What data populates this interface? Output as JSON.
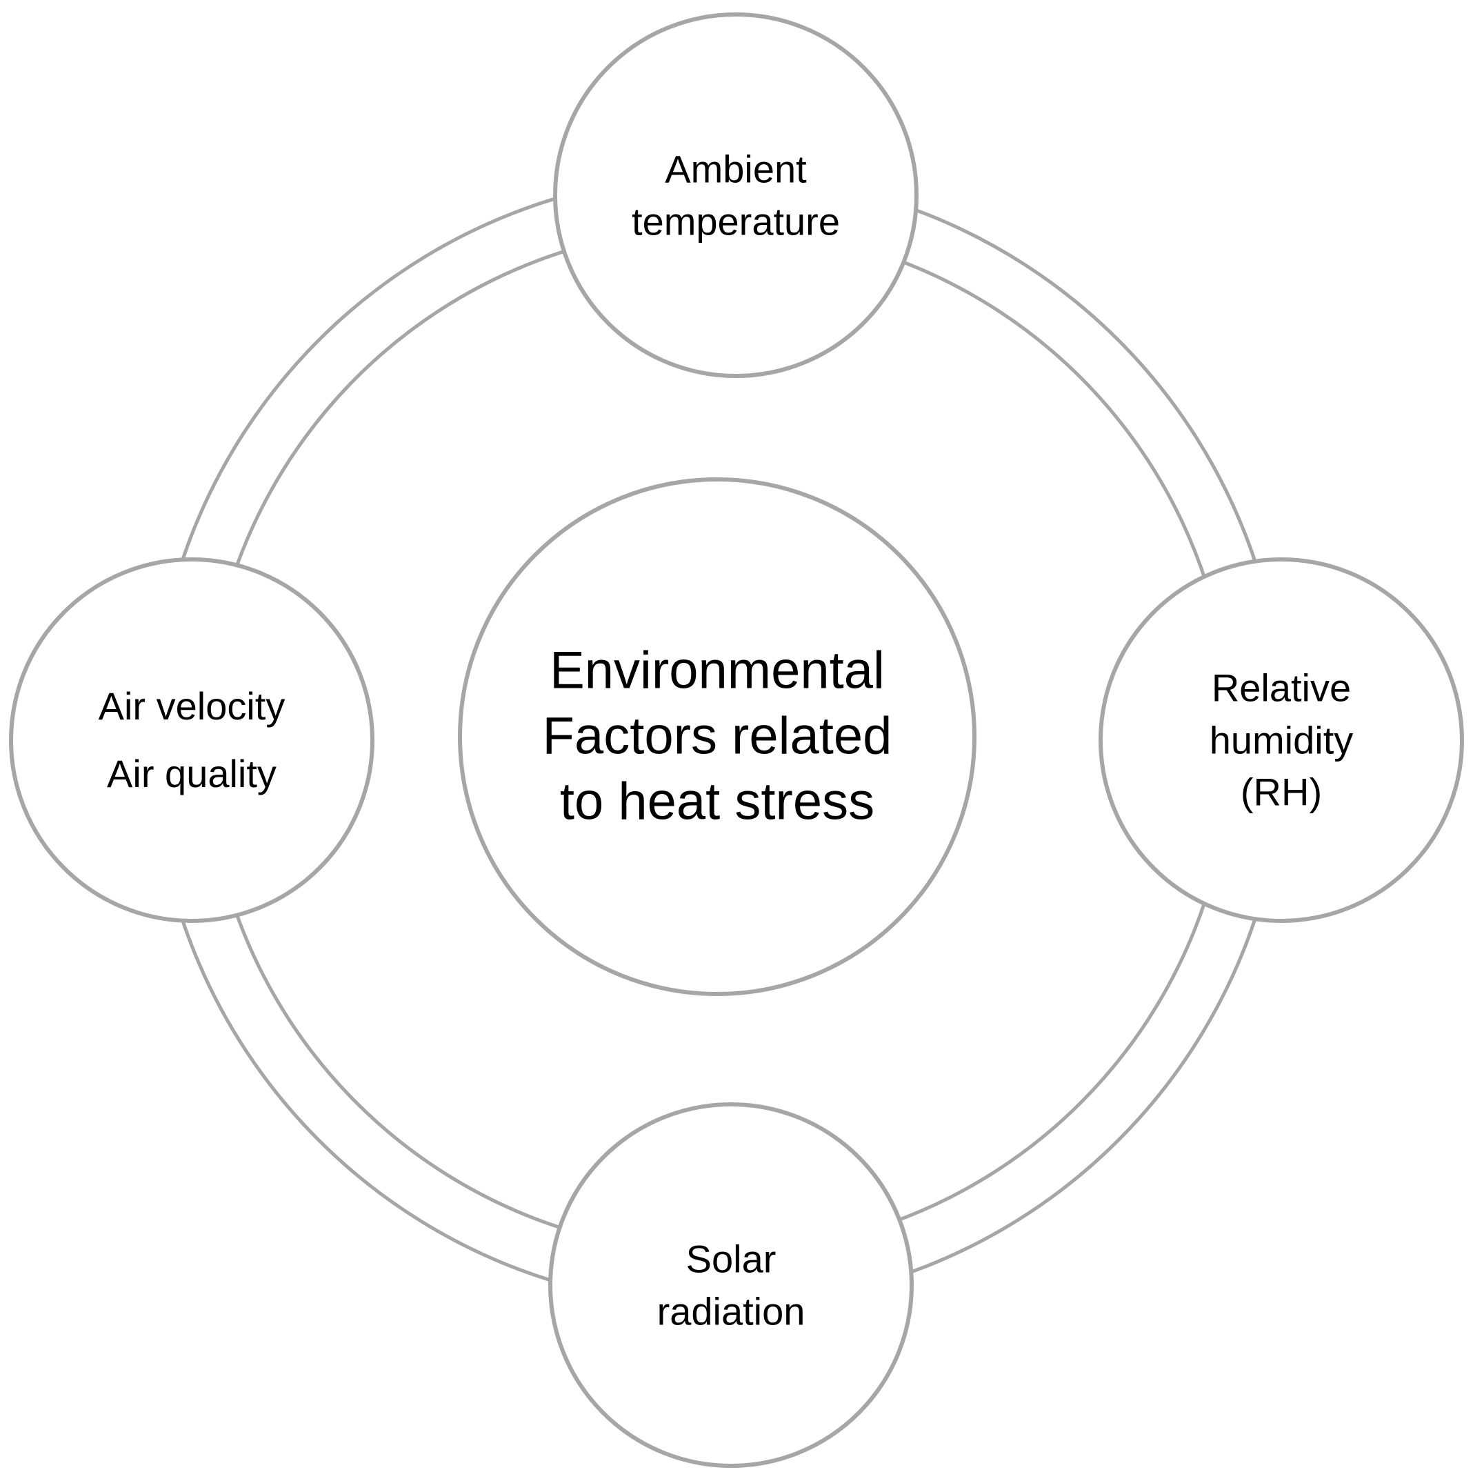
{
  "colors": {
    "stroke": "#a7a5a6",
    "background": "#ffffff",
    "text": "#000000"
  },
  "center": {
    "lines": [
      "Environmental",
      "Factors related",
      "to heat stress"
    ]
  },
  "nodes": {
    "top": {
      "lines": [
        "Ambient",
        "temperature"
      ]
    },
    "right": {
      "lines": [
        "Relative",
        "humidity",
        "(RH)"
      ]
    },
    "bottom": {
      "lines": [
        "Solar",
        "radiation"
      ]
    },
    "left": {
      "lines": [
        "Air velocity",
        "Air quality"
      ]
    }
  }
}
